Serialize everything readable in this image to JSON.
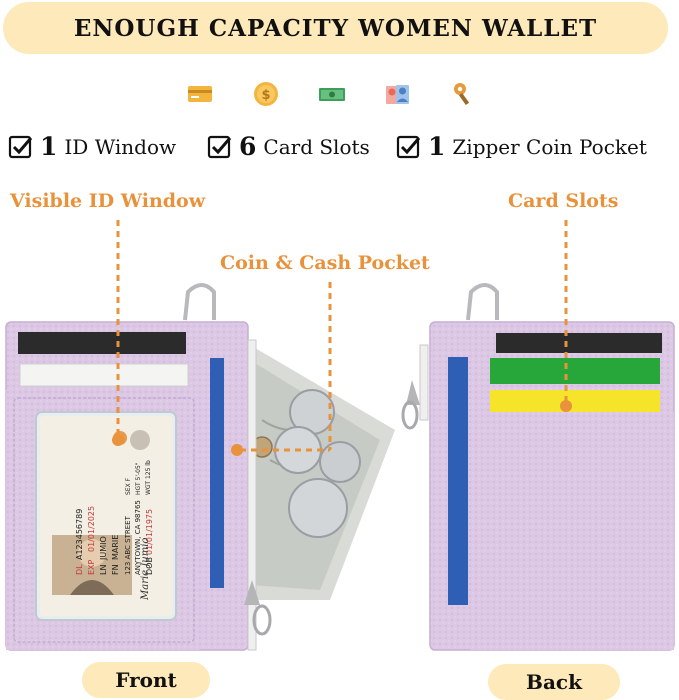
{
  "banner": {
    "title": "ENOUGH CAPACITY WOMEN WALLET"
  },
  "icons": [
    "card-icon",
    "coin-icon",
    "cash-icon",
    "photo-icon",
    "key-icon"
  ],
  "features": [
    {
      "num": "1",
      "text": "ID Window"
    },
    {
      "num": "6",
      "text": "Card Slots"
    },
    {
      "num": "1",
      "text": "Zipper Coin Pocket"
    }
  ],
  "callouts": {
    "id_window": "Visible ID Window",
    "coin_cash": "Coin & Cash Pocket",
    "card_slots": "Card Slots"
  },
  "id_card": {
    "dl_label": "DL",
    "dl_number": "A123456789",
    "exp_label": "EXP",
    "exp_date": "01/01/2025",
    "ln_label": "LN",
    "last_name": "JUMIO",
    "fn_label": "FN",
    "first_name": "MARIE",
    "address1": "123 ABC STREET",
    "address2": "ANYTOWN, CA 98765",
    "dob_label": "DOB",
    "dob": "01/01/1975",
    "sex": "SEX F",
    "hgt": "HGT 5'-05\"",
    "wgt": "WGT 125 lb",
    "signature": "Marie Jumio"
  },
  "labels": {
    "front": "Front",
    "back": "Back"
  },
  "colors": {
    "banner_bg": "#fde9b9",
    "accent": "#e8923c",
    "wallet_lilac": "#dcc7e5",
    "card_black": "#2b2b2b",
    "card_green": "#27a63a",
    "card_yellow": "#f5e42a",
    "card_blue": "#2f5fb5"
  }
}
